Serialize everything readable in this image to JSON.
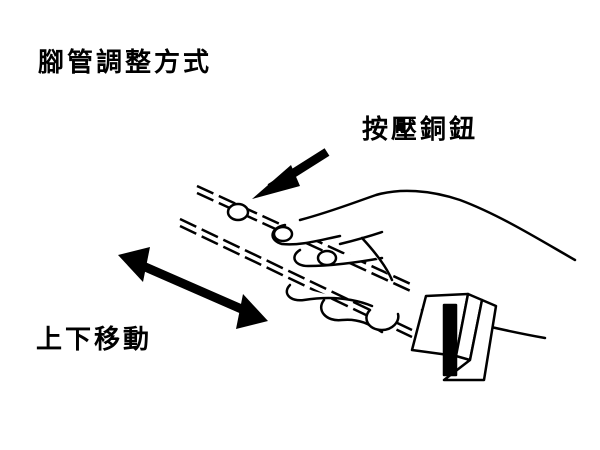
{
  "diagram": {
    "title": "腳管調整方式",
    "press_label": "按壓銅鈕",
    "move_label": "上下移動"
  },
  "colors": {
    "ink": "#000000",
    "paper": "#ffffff"
  }
}
